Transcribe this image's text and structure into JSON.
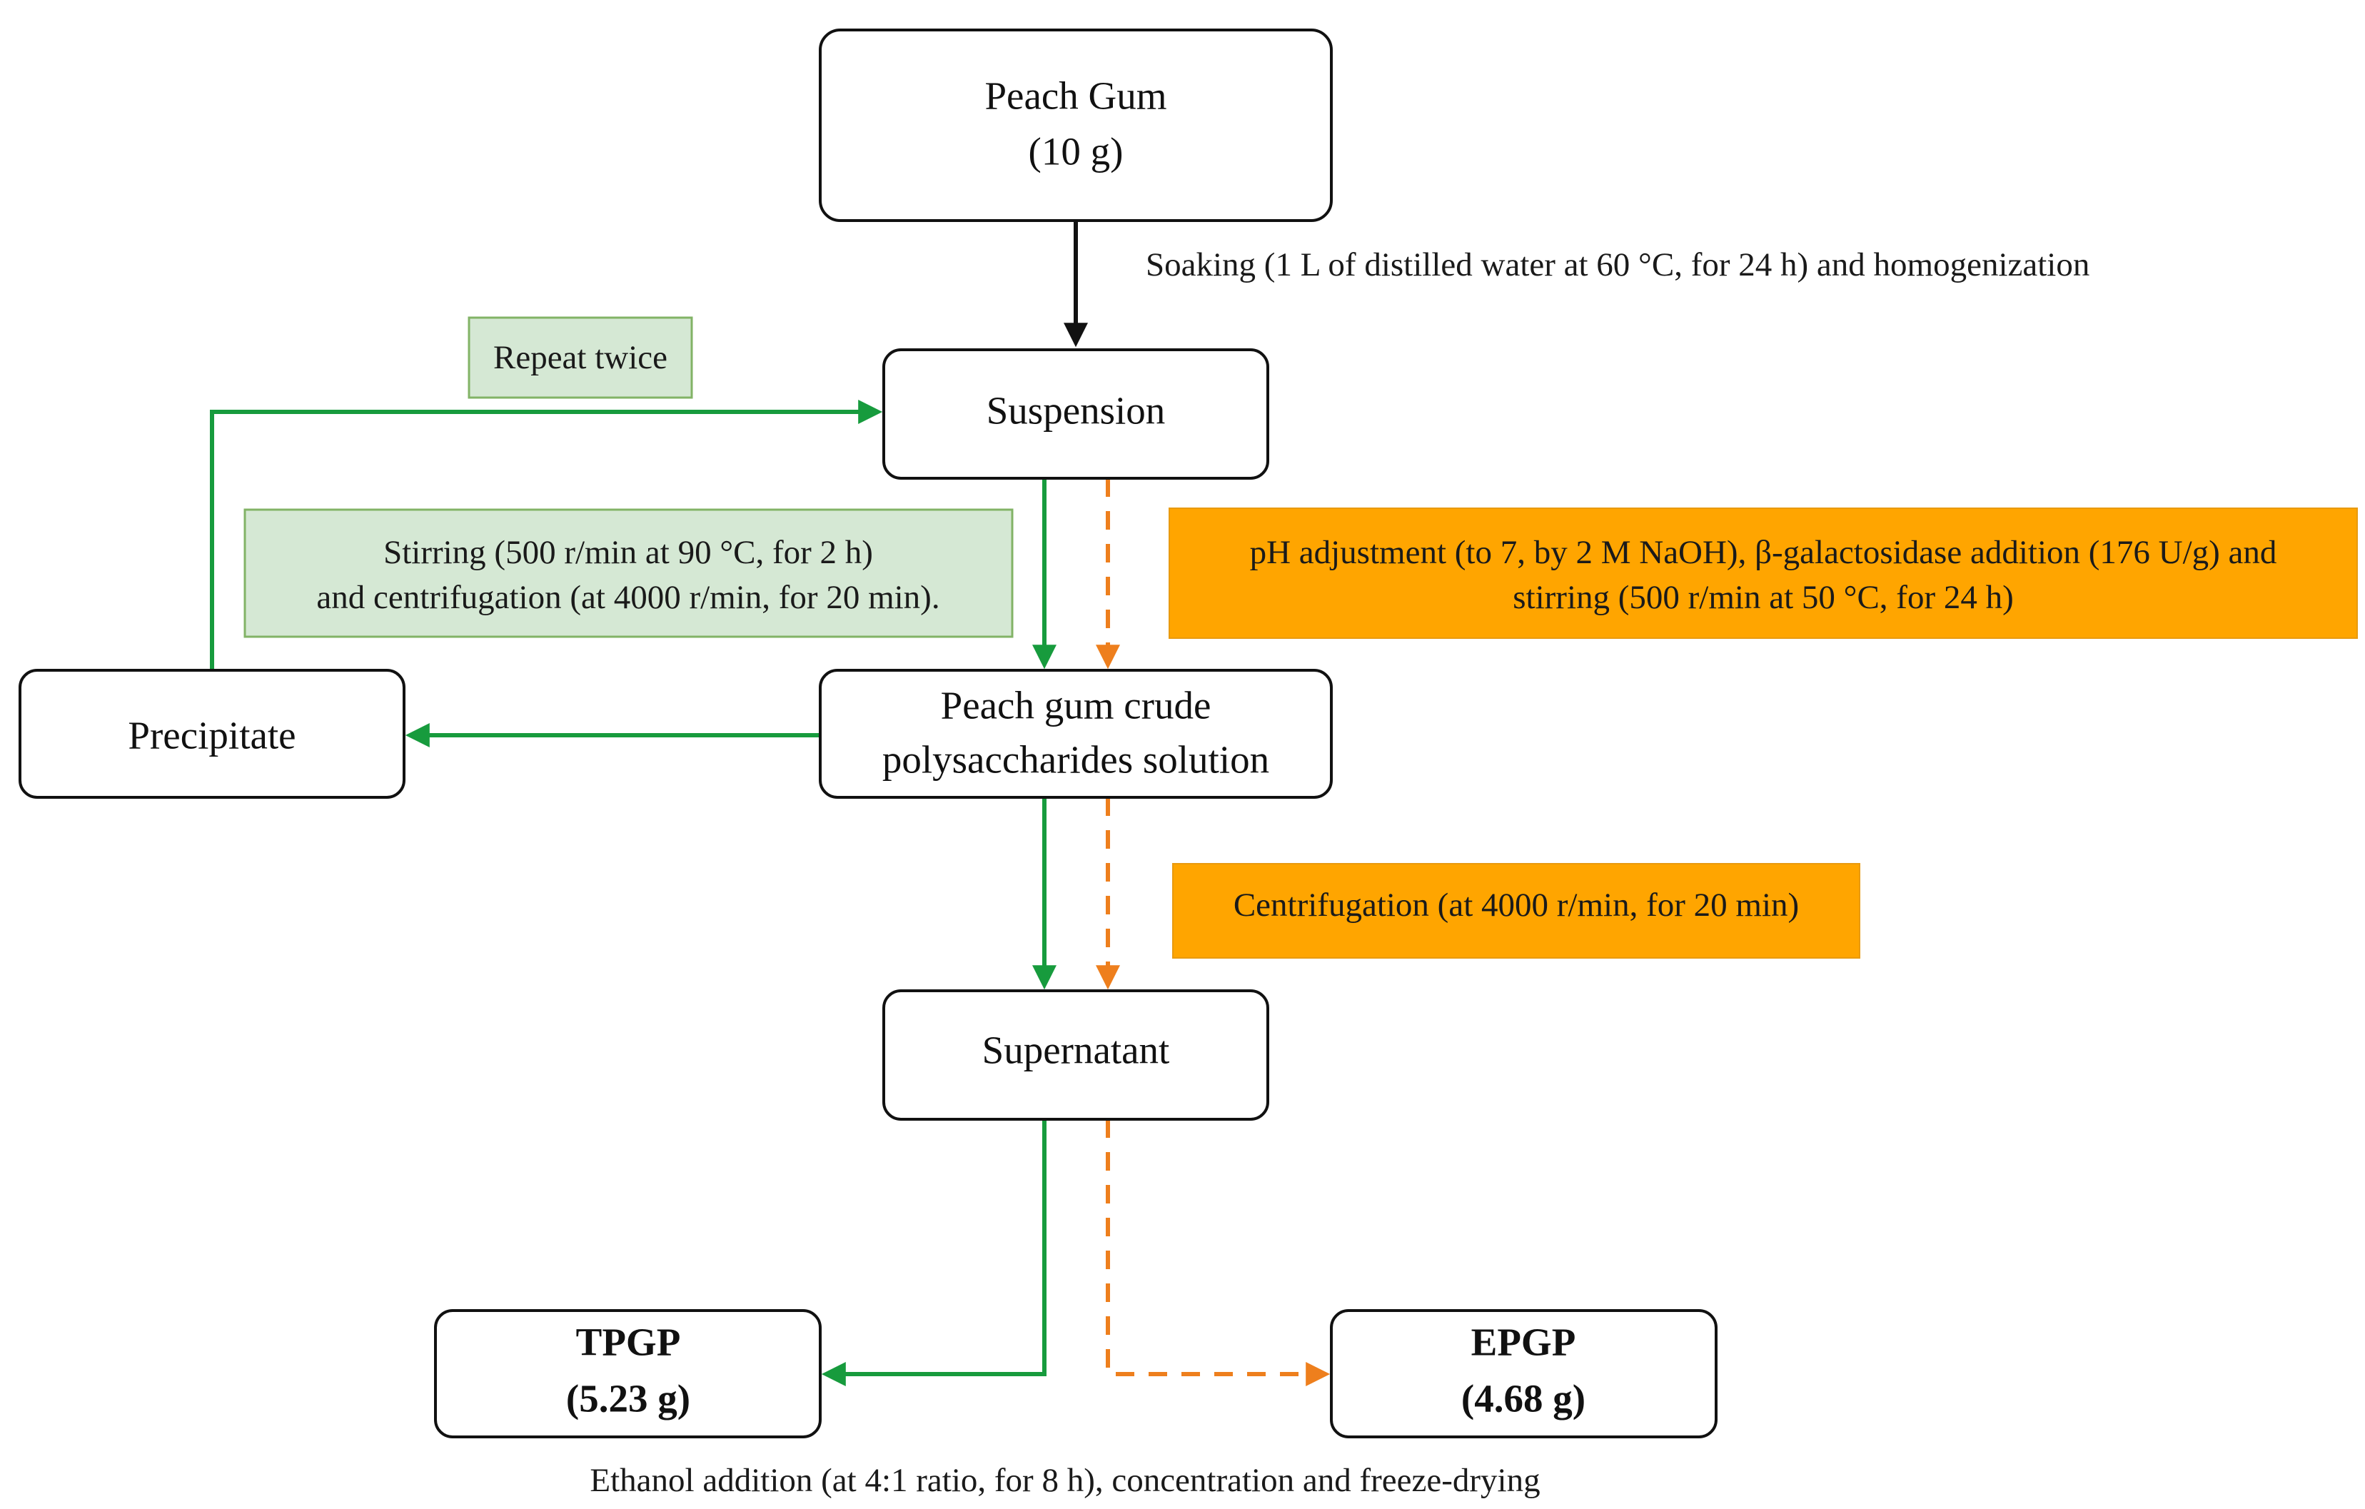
{
  "nodes": {
    "peach_gum": {
      "lines": [
        "Peach Gum",
        "(10 g)"
      ]
    },
    "suspension": {
      "label": "Suspension"
    },
    "crude_solution": {
      "lines": [
        "Peach gum crude",
        "polysaccharides solution"
      ]
    },
    "precipitate": {
      "label": "Precipitate"
    },
    "supernatant": {
      "label": "Supernatant"
    },
    "tpgp": {
      "lines": [
        "TPGP",
        "(5.23 g)"
      ]
    },
    "epgp": {
      "lines": [
        "EPGP",
        "(4.68 g)"
      ]
    }
  },
  "annotations": {
    "soaking": "Soaking (1 L of distilled water at 60 °C, for 24 h) and homogenization",
    "repeat": "Repeat twice",
    "stirring": [
      "Stirring (500 r/min at 90 °C, for 2 h)",
      "and centrifugation (at 4000 r/min, for 20 min)."
    ],
    "enzymatic": [
      "pH adjustment (to 7, by 2 M NaOH), β-galactosidase addition (176 U/g) and",
      "stirring (500 r/min at 50 °C, for 24 h)"
    ],
    "centrifugation": "Centrifugation (at 4000 r/min, for 20 min)",
    "final": "Ethanol addition (at 4:1 ratio, for 8 h), concentration and freeze-drying"
  },
  "colors": {
    "black_arrow": "#111111",
    "green_path": "#179b3d",
    "orange_path": "#ee7f1d",
    "green_box_fill": "#d5e8d4",
    "green_box_stroke": "#82b366",
    "orange_box_fill": "#ffa500",
    "orange_box_stroke": "#e89a10",
    "tpgp_text": "#179b3d",
    "epgp_text": "#ee7f1d"
  }
}
